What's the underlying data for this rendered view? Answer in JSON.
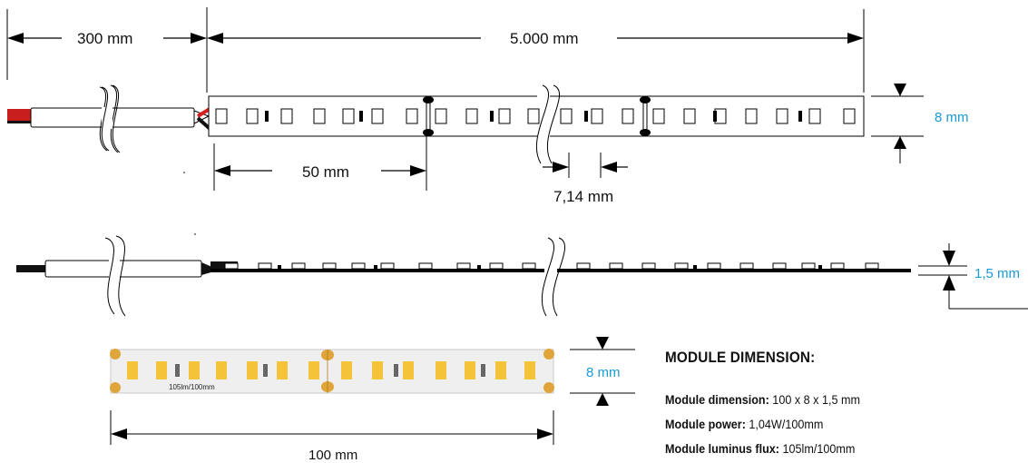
{
  "top_view": {
    "dim_cable": "300 mm",
    "dim_total": "5.000 mm",
    "dim_width": "8 mm",
    "dim_cut_segment": "50 mm",
    "dim_pitch": "7,14 mm"
  },
  "side_view": {
    "dim_height": "1,5 mm"
  },
  "module": {
    "flux_label": "105lm/100mm",
    "dim_width": "8 mm",
    "dim_length": "100 mm"
  },
  "specs": {
    "heading": "MODULE DIMENSION:",
    "items": [
      {
        "label": "Module dimension:",
        "value": "100 x 8 x 1,5 mm"
      },
      {
        "label": "Module power:",
        "value": "1,04W/100mm"
      },
      {
        "label": "Module luminus flux:",
        "value": "105lm/100mm"
      }
    ]
  },
  "colors": {
    "dimension_blue": "#1a9ad6",
    "led_yellow": "#f5c33a",
    "pad_orange": "#e0a53a",
    "wire_red": "#d62020"
  }
}
